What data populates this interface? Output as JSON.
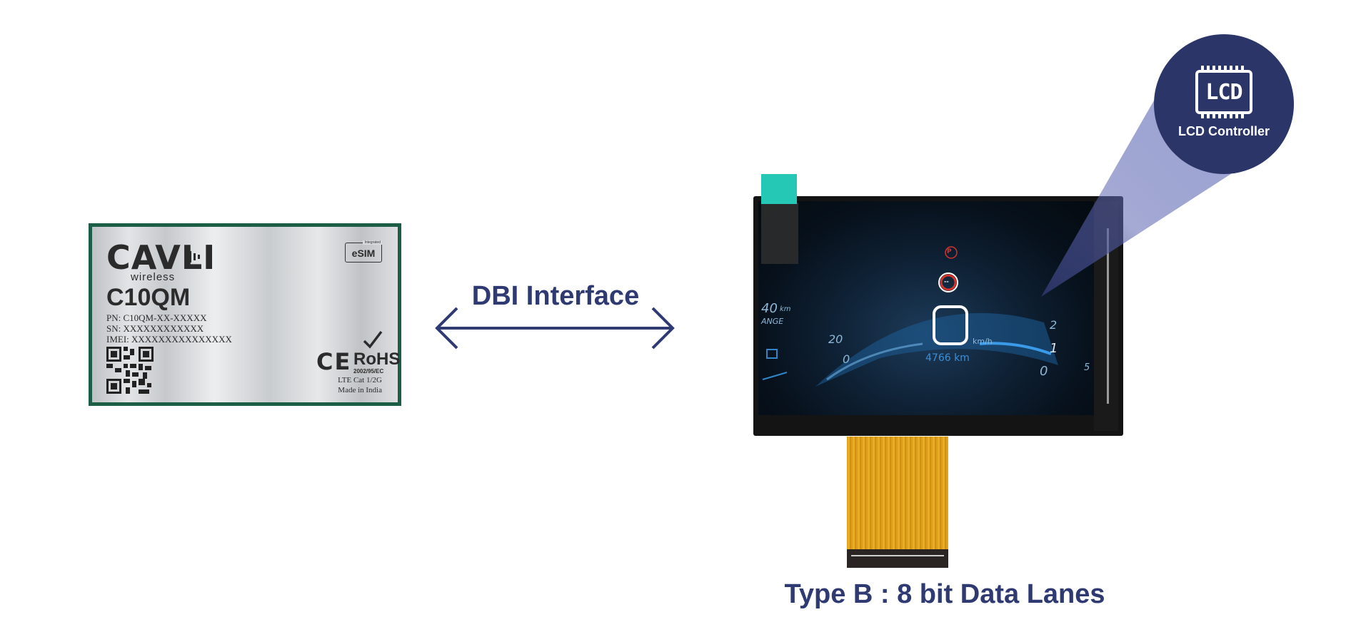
{
  "module": {
    "brand": "CAVLI",
    "brand_sub": "wireless",
    "model": "C10QM",
    "pn": "PN: C10QM-XX-XXXXX",
    "sn": "SN: XXXXXXXXXXXX",
    "imei": "IMEI: XXXXXXXXXXXXXXX",
    "esim_top": "Integrated",
    "esim": "eSIM",
    "ce": "CE",
    "rohs": "RoHS",
    "rohs_sub": "2002/95/EC",
    "cat_line1": "LTE Cat 1/2G",
    "cat_line2": "Made in India"
  },
  "interface": {
    "label": "DBI Interface"
  },
  "display": {
    "readings": {
      "trip": "40",
      "trip_unit": "km",
      "range": "ANGE",
      "tick_20": "20",
      "tick_0_left": "0",
      "speed_unit": "km/h",
      "odometer": "4766 km",
      "tick_2": "2",
      "tick_1": "1",
      "tick_0_right": "0",
      "tick_5": "5",
      "parking": "P",
      "indicator": "--"
    },
    "caption": "Type B : 8 bit Data Lanes"
  },
  "controller": {
    "chip_text": "LCD",
    "caption": "LCD Controller"
  },
  "colors": {
    "accent": "#2f3a72",
    "badge": "#2c3568",
    "module_border": "#1b5e45",
    "tape": "#25c8b4"
  }
}
